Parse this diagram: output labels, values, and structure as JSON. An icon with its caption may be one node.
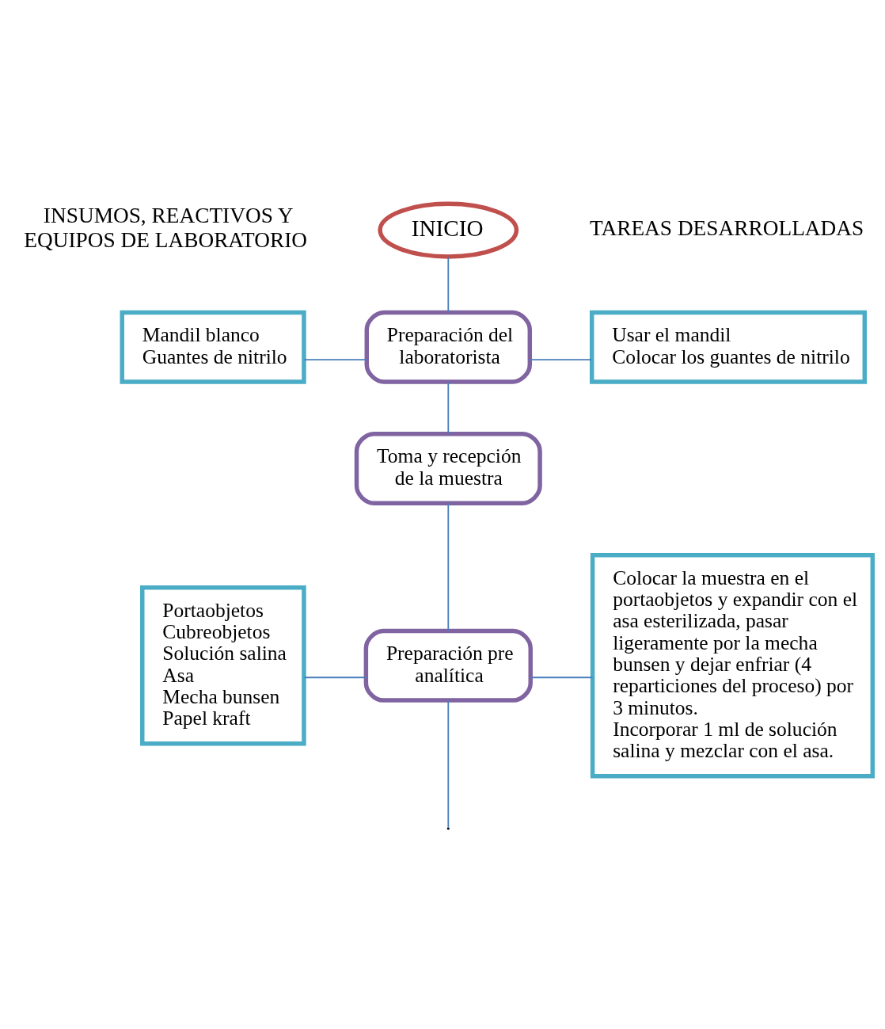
{
  "diagram": {
    "nodes": [
      {
        "text": [
          "INICIO"
        ]
      },
      {
        "text": [
          "Preparación del laboratorista"
        ]
      },
      {
        "text": [
          "Mandil blanco",
          "Guantes de nitrilo"
        ]
      },
      {
        "text": [
          "Usar el mandil",
          "Colocar los guantes de nitrilo"
        ]
      },
      {
        "text": [
          "Toma y recepción de la muestra"
        ]
      },
      {
        "text": [
          "Preparación pre analítica"
        ]
      },
      {
        "text": [
          "Portaobjetos",
          "Cubreobjetos",
          "Solución salina",
          "Asa",
          "Mecha bunsen",
          "Papel kraft"
        ]
      },
      {
        "text": [
          "Colocar la muestra en el portaobjetos y expandir con el asa esterilizada, pasar ligeramente por la mecha bunsen y dejar enfriar (4 reparticiones del proceso) por 3 minutos.",
          "Incorporar 1 ml de solución salina y mezclar con el asa."
        ]
      }
    ],
    "edges": [
      {
        "from": 0,
        "to": 1,
        "arrow": "none"
      },
      {
        "from": 2,
        "to": 1,
        "arrow": "none"
      },
      {
        "from": 1,
        "to": 3,
        "arrow": "none"
      },
      {
        "from": 1,
        "to": 4,
        "arrow": "none"
      },
      {
        "from": 4,
        "to": 5,
        "arrow": "none"
      },
      {
        "from": 6,
        "to": 5,
        "arrow": "none"
      },
      {
        "from": 5,
        "to": 7,
        "arrow": "none"
      },
      {
        "from": 5,
        "to": null,
        "arrow": "none"
      }
    ],
    "labels": [
      "INSUMOS, REACTIVOS Y EQUIPOS DE LABORATORIO",
      "TAREAS DESARROLLADAS"
    ]
  }
}
